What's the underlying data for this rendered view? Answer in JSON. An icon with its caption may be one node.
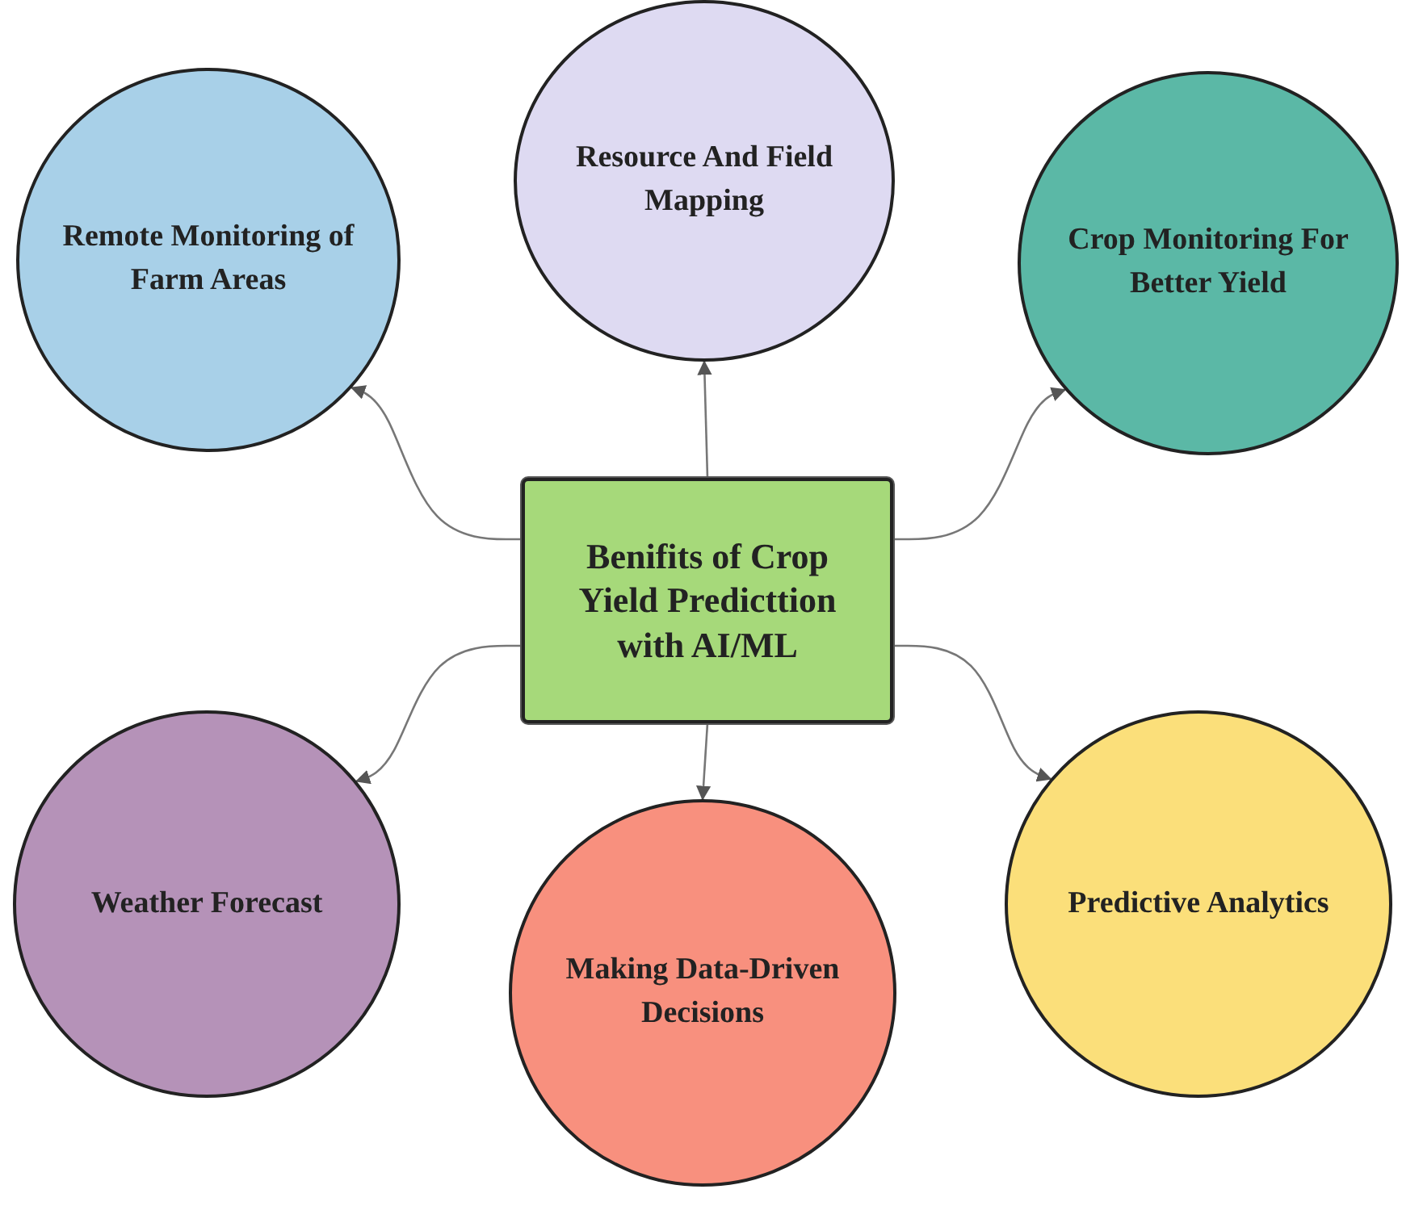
{
  "diagram": {
    "nodes": [
      {
        "text": [
          "Benifits of Crop Yield Predicttion with AI/ML"
        ]
      },
      {
        "text": [
          "Remote Monitoring of Farm Areas"
        ]
      },
      {
        "text": [
          "Resource And Field Mapping"
        ]
      },
      {
        "text": [
          "Crop Monitoring For Better Yield"
        ]
      },
      {
        "text": [
          "Weather Forecast"
        ]
      },
      {
        "text": [
          "Making Data-Driven Decisions"
        ]
      },
      {
        "text": [
          "Predictive Analytics"
        ]
      }
    ],
    "edges": [
      {
        "from": 0,
        "to": 1,
        "arrow": "to"
      },
      {
        "from": 0,
        "to": 2,
        "arrow": "to"
      },
      {
        "from": 0,
        "to": 3,
        "arrow": "to"
      },
      {
        "from": 0,
        "to": 4,
        "arrow": "to"
      },
      {
        "from": 0,
        "to": 5,
        "arrow": "to"
      },
      {
        "from": 0,
        "to": 6,
        "arrow": "to"
      }
    ]
  }
}
